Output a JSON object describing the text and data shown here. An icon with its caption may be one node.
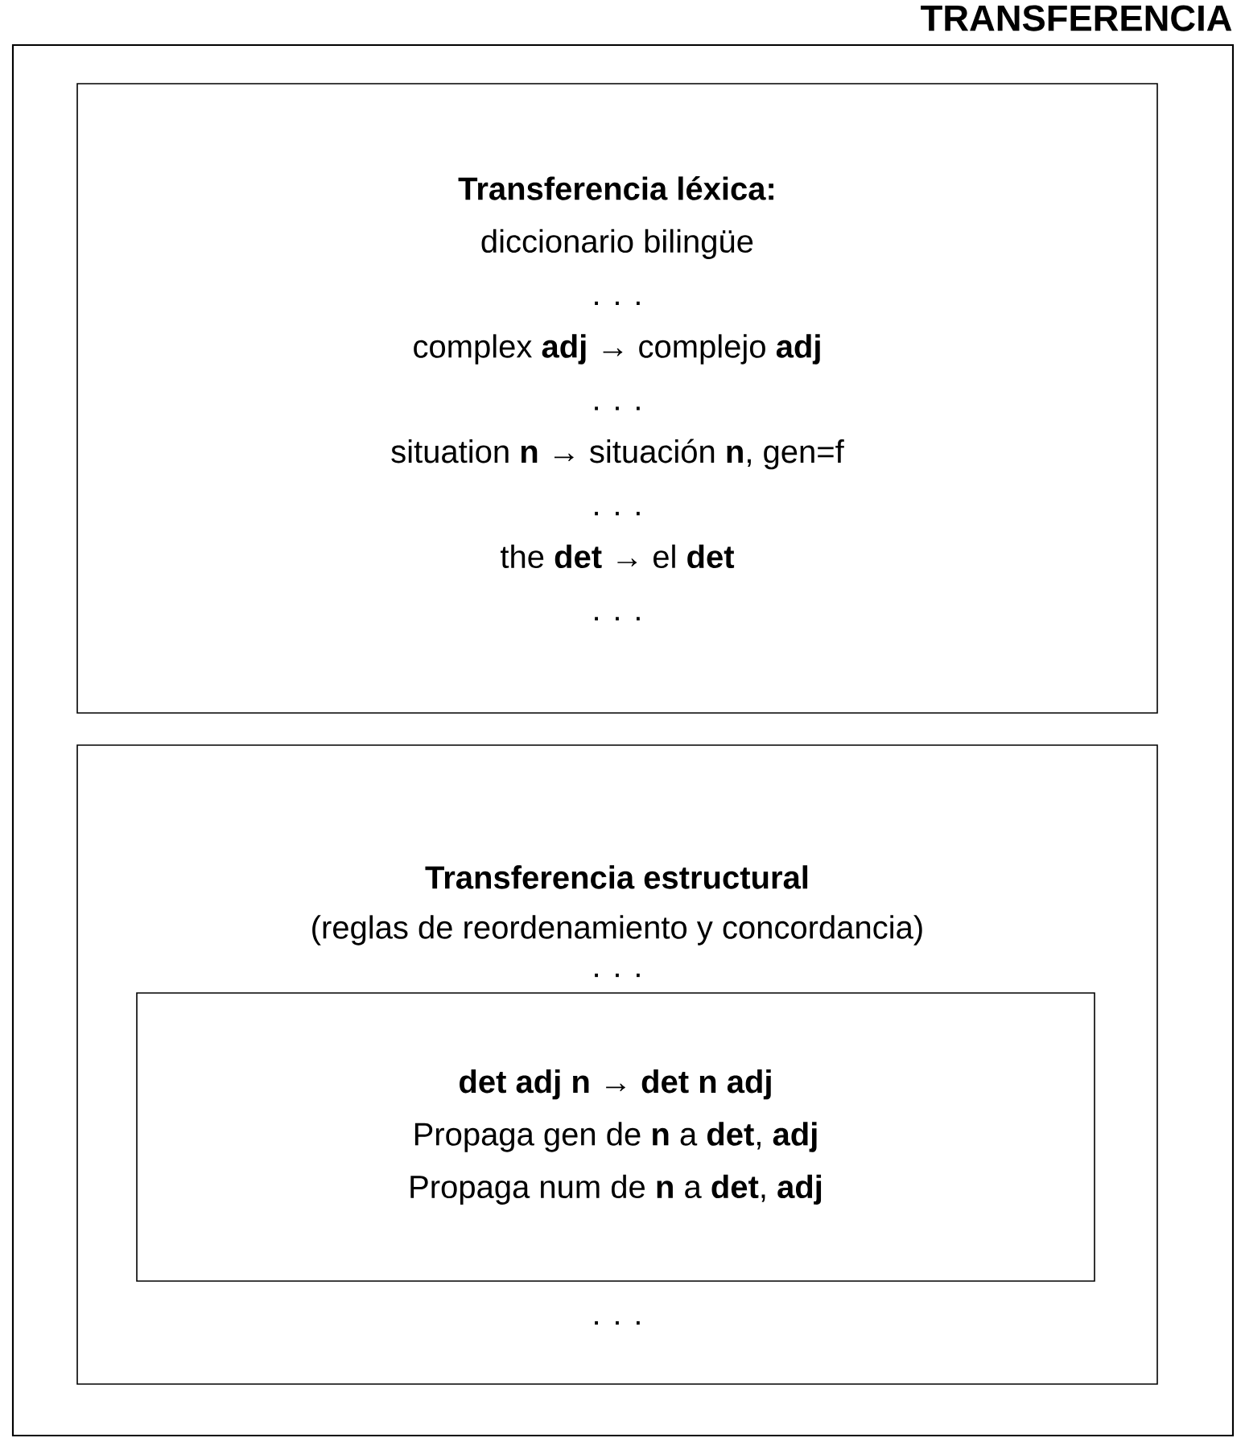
{
  "diagram": {
    "nodes": [
      {
        "text": [
          "TRANSFERENCIA"
        ]
      },
      {
        "text": [
          "Transferencia léxica:",
          "diccionario bilingüe",
          ". . .",
          "complex **adj** → complejo **adj**",
          ". . .",
          "situation **n** → situación **n**, gen=f",
          ". . .",
          "the **det** → el **det**",
          ". . ."
        ],
        "in": 0
      },
      {
        "text": [
          "Transferencia estructural",
          "(reglas de reordenamiento y concordancia)",
          ". . .",
          ". . ."
        ],
        "in": 0
      },
      {
        "text": [
          "det adj n  →  det n adj",
          "Propaga gen de **n** a **det**, **adj**",
          "Propaga num de **n** a **det**, **adj**"
        ],
        "in": 2
      }
    ]
  }
}
